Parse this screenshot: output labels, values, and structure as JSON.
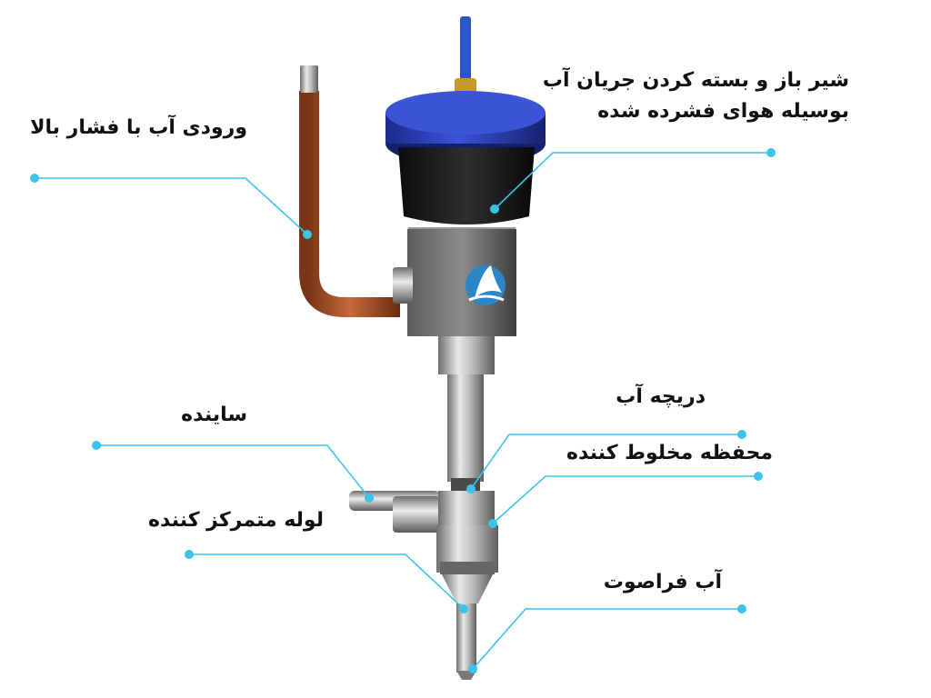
{
  "colors": {
    "leader": "#3cc3e8",
    "cap_blue": "#2a3fc0",
    "copper": "#b5592c",
    "steel": "#a9a9a9",
    "body_black": "#1a1a1a",
    "logo_blue": "#2a86c8"
  },
  "labels": {
    "valve": "شیر باز و بسته کردن جریان آب بوسیله هوای فشرده شده",
    "inlet": "ورودی آب با فشار بالا",
    "orifice": "دریچه آب",
    "mixing": "محفظه مخلوط کننده",
    "abrasive": "ساینده",
    "focusing": "لوله متمرکز کننده",
    "ultrasonic": "آب فراصوت"
  },
  "icons": {
    "logo": "sail-logo-icon"
  }
}
